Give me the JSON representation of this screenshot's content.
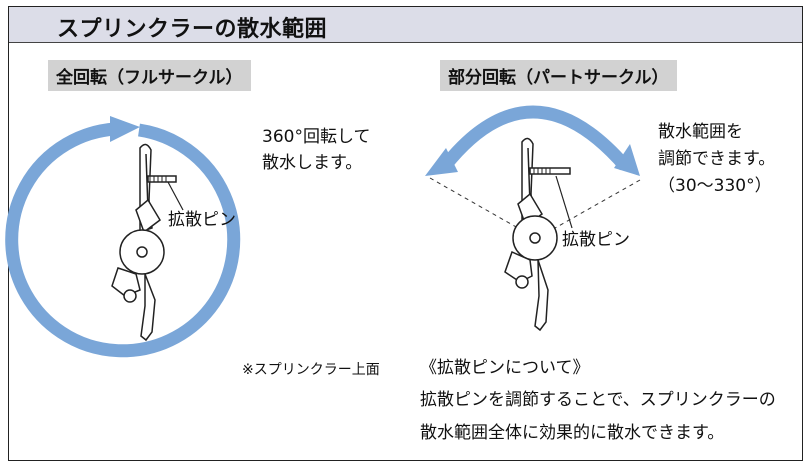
{
  "title": "スプリンクラーの散水範囲",
  "full_circle": {
    "label": "全回転（フルサークル）",
    "desc_line1": "360°回転して",
    "desc_line2": "散水します。",
    "pin_label": "拡散ピン"
  },
  "part_circle": {
    "label": "部分回転（パートサークル）",
    "desc_line1": "散水範囲を",
    "desc_line2": "調節できます。",
    "desc_line3": "（30〜330°）",
    "pin_label": "拡散ピン"
  },
  "note": "※スプリンクラー上面",
  "about": {
    "heading": "《拡散ピンについて》",
    "line1": "拡散ピンを調節することで、スプリンクラーの",
    "line2": "散水範囲全体に効果的に散水できます。"
  },
  "colors": {
    "arrow": "#7aa6d8",
    "title_bg": "#dcdde8",
    "label_bg": "#d2d2d2"
  }
}
